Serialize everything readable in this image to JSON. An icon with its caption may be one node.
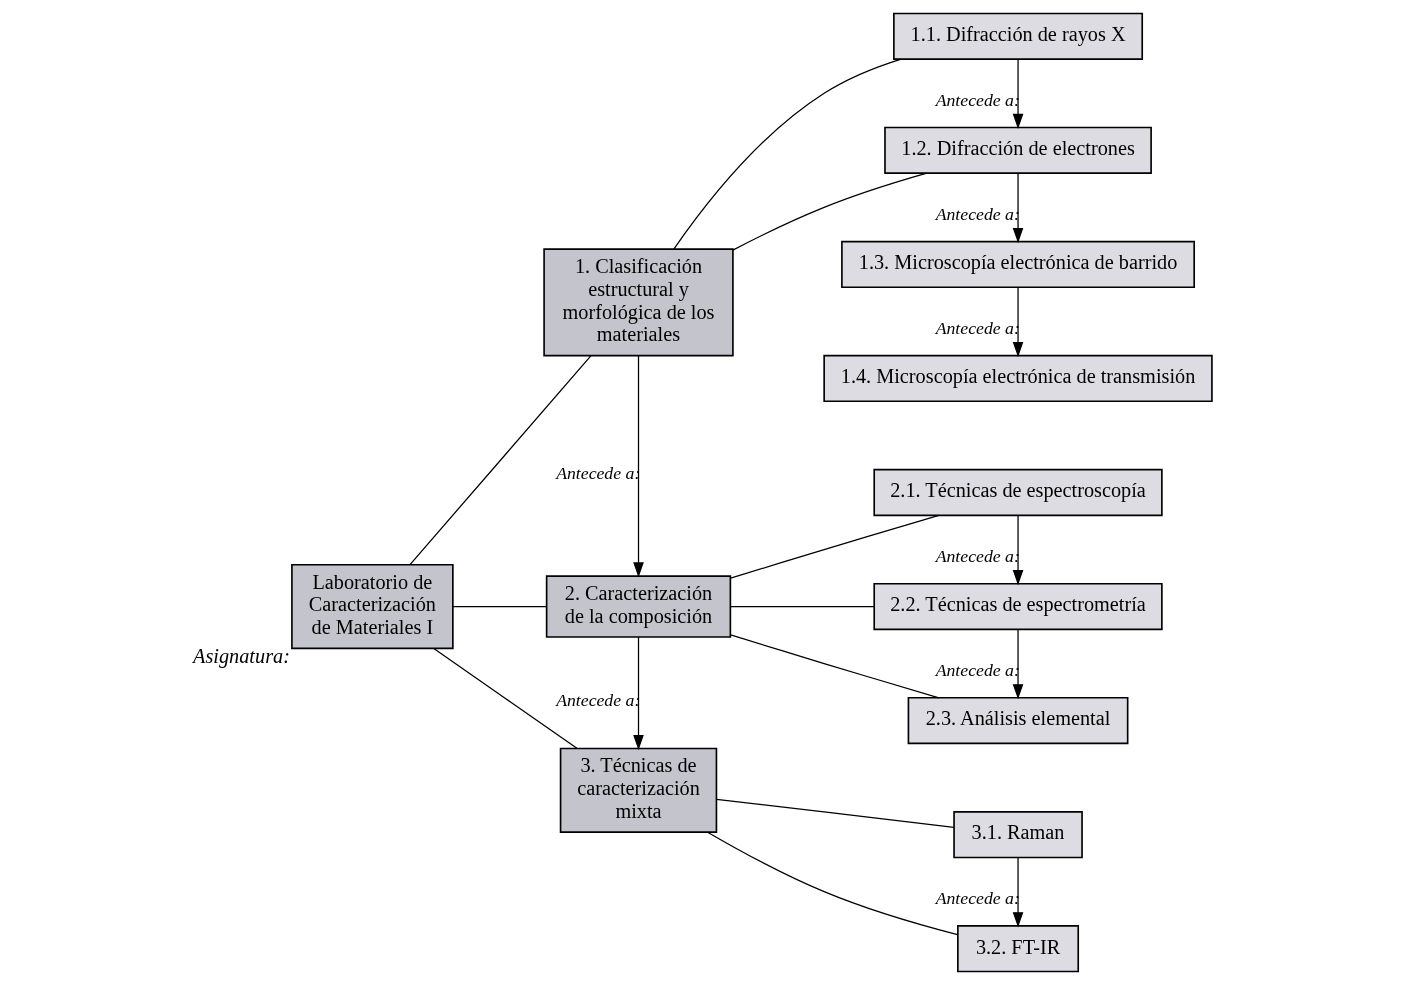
{
  "diagram": {
    "nodes": [
      {
        "text": [
          "Laboratorio de Caracterización de Materiales I"
        ],
        "beside": [
          "Asignatura:"
        ]
      },
      {
        "text": [
          "1. Clasificación estructural y morfológica de los materiales"
        ]
      },
      {
        "text": [
          "2. Caracterización de la composición"
        ]
      },
      {
        "text": [
          "3. Técnicas de caracterización mixta"
        ]
      },
      {
        "text": [
          "1.1. Difracción de rayos X"
        ]
      },
      {
        "text": [
          "1.2. Difracción de electrones"
        ]
      },
      {
        "text": [
          "1.3. Microscopía electrónica de barrido"
        ]
      },
      {
        "text": [
          "1.4. Microscopía electrónica de transmisión"
        ]
      },
      {
        "text": [
          "2.1. Técnicas de espectroscopía"
        ]
      },
      {
        "text": [
          "2.2. Técnicas de espectrometría"
        ]
      },
      {
        "text": [
          "2.3. Análisis elemental"
        ]
      },
      {
        "text": [
          "3.1. Raman"
        ]
      },
      {
        "text": [
          "3.2. FT-IR"
        ]
      }
    ],
    "edges": [
      {
        "from": 0,
        "to": 1,
        "arrow": "none"
      },
      {
        "from": 0,
        "to": 2,
        "arrow": "none"
      },
      {
        "from": 0,
        "to": 3,
        "arrow": "none"
      },
      {
        "from": 1,
        "to": 2,
        "arrow": "to",
        "label": "Antecede a:"
      },
      {
        "from": 1,
        "to": 4,
        "arrow": "none"
      },
      {
        "from": 1,
        "to": 5,
        "arrow": "none"
      },
      {
        "from": 2,
        "to": 3,
        "arrow": "to",
        "label": "Antecede a:"
      },
      {
        "from": 2,
        "to": 8,
        "arrow": "none"
      },
      {
        "from": 2,
        "to": 9,
        "arrow": "none"
      },
      {
        "from": 2,
        "to": 10,
        "arrow": "none"
      },
      {
        "from": 3,
        "to": 11,
        "arrow": "none"
      },
      {
        "from": 3,
        "to": 12,
        "arrow": "none"
      },
      {
        "from": 4,
        "to": 5,
        "arrow": "to",
        "label": "Antecede a:"
      },
      {
        "from": 5,
        "to": 6,
        "arrow": "to",
        "label": "Antecede a:"
      },
      {
        "from": 6,
        "to": 7,
        "arrow": "to",
        "label": "Antecede a:"
      },
      {
        "from": 8,
        "to": 9,
        "arrow": "to",
        "label": "Antecede a:"
      },
      {
        "from": 9,
        "to": 10,
        "arrow": "to",
        "label": "Antecede a:"
      },
      {
        "from": 11,
        "to": 12,
        "arrow": "to",
        "label": "Antecede a:"
      }
    ]
  }
}
